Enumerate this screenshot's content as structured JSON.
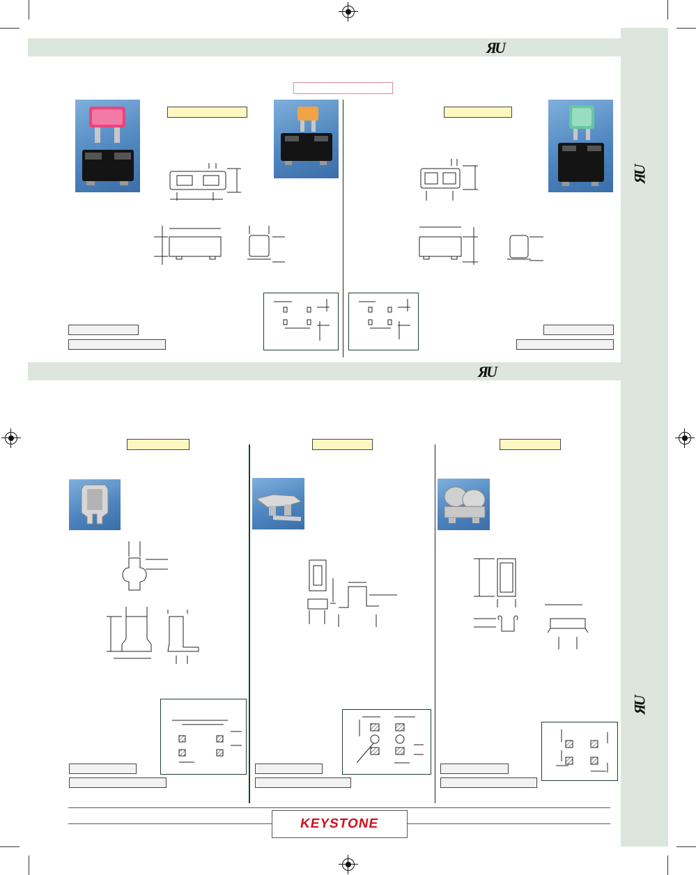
{
  "brand": {
    "logo_text": "KEYSTONE",
    "accent_color": "#d0101e",
    "band_color": "#dce6dc"
  },
  "icons": {
    "certification_mark": "ul-recognized-mark-icon",
    "registration": "registration-mark-icon"
  },
  "sections": [
    {
      "name": "automotive-blade-fuse-holders-section"
    },
    {
      "name": "fuse-clips-section"
    }
  ]
}
